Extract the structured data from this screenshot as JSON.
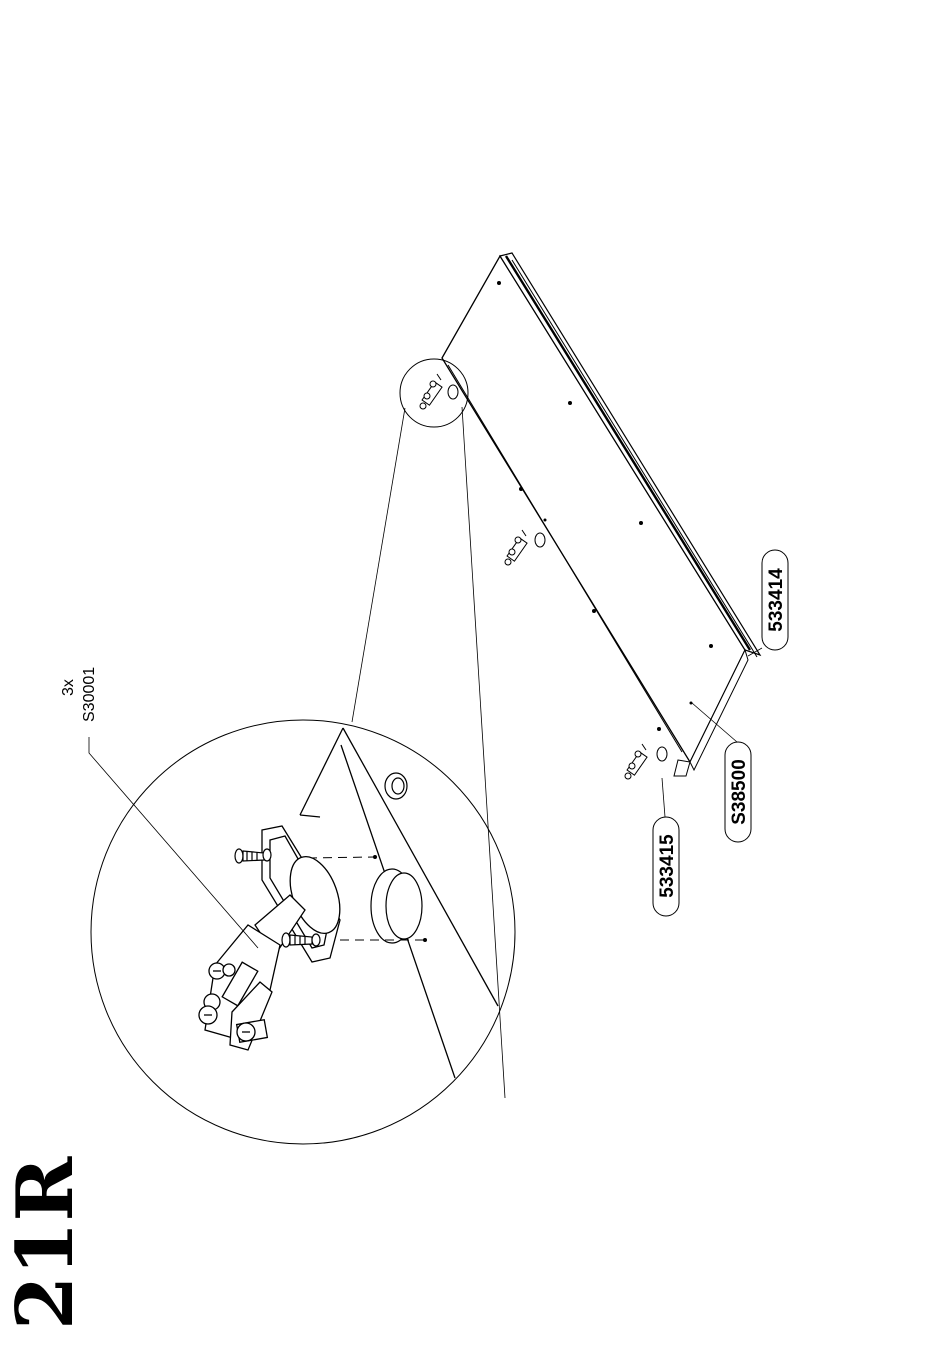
{
  "step": {
    "number": "21R"
  },
  "hardware_callout": {
    "quantity": "3x",
    "part": "S30001"
  },
  "part_labels": {
    "hinge_plate": "533415",
    "door_panel_edge": "533414",
    "door_panel": "S38500"
  },
  "icons": [
    "hinge-icon",
    "screw-icon",
    "cup-hole-icon",
    "drilled-hole-icon"
  ]
}
